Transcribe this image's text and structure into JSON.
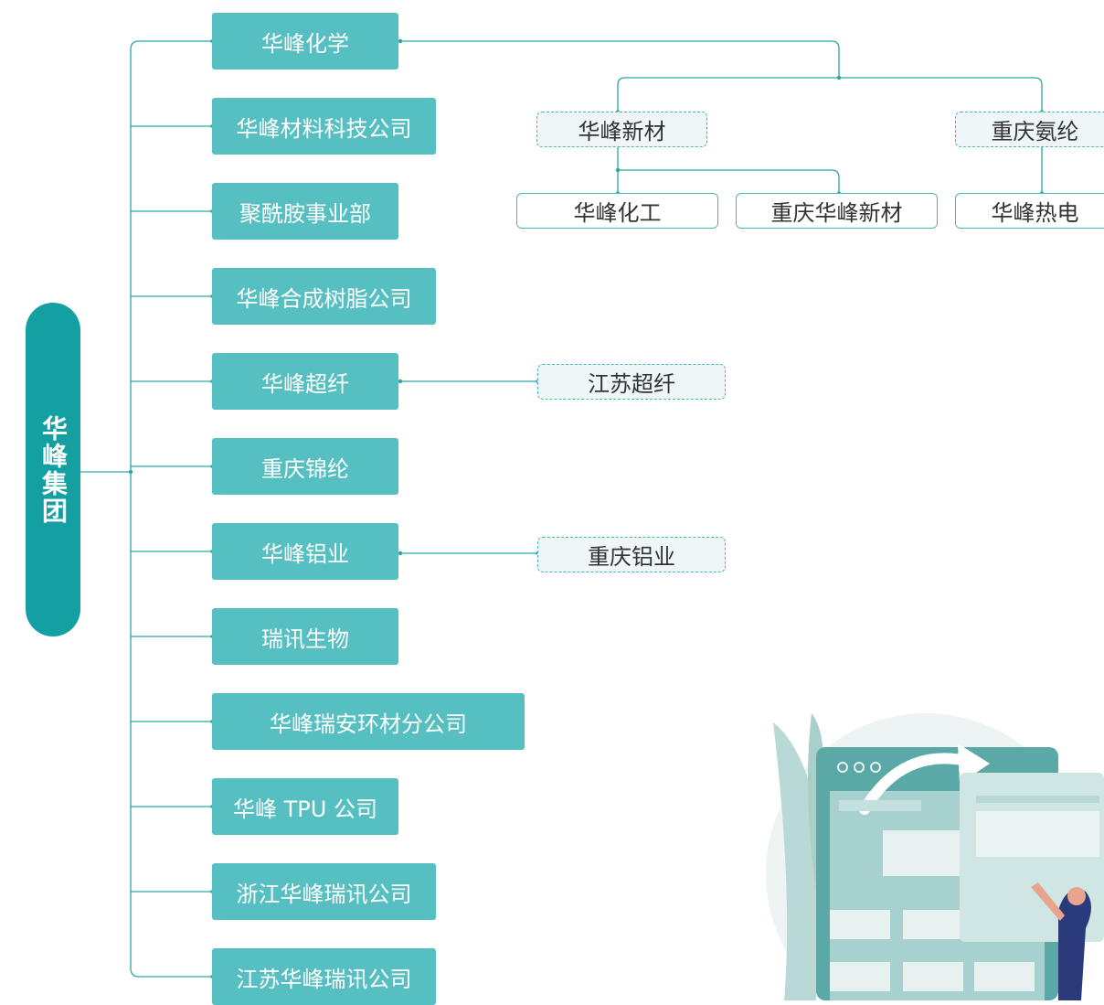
{
  "root": {
    "label": "华峰集团"
  },
  "subsidiaries": [
    "华峰化学",
    "华峰材料科技公司",
    "聚酰胺事业部",
    "华峰合成树脂公司",
    "华峰超纤",
    "重庆锦纶",
    "华峰铝业",
    "瑞讯生物",
    "华峰瑞安环材分公司",
    "华峰 TPU 公司",
    "浙江华峰瑞讯公司",
    "江苏华峰瑞讯公司"
  ],
  "chemical_branch": {
    "level1": [
      "华峰新材",
      "重庆氨纶"
    ],
    "under_new_material": [
      "华峰化工",
      "重庆华峰新材"
    ],
    "under_chongqing_spandex": [
      "华峰热电"
    ]
  },
  "microfiber_branch": {
    "child": "江苏超纤"
  },
  "aluminum_branch": {
    "child": "重庆铝业"
  },
  "colors": {
    "root": "#14a0a2",
    "node": "#56bfc1",
    "line": "#2aa6a8",
    "dashed_bg": "#eef6f7"
  }
}
